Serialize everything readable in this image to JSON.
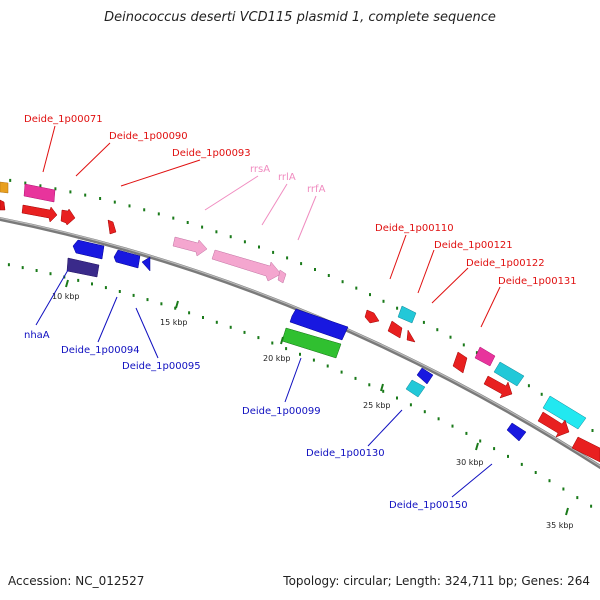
{
  "title": "Deinococcus deserti VCD115 plasmid 1, complete sequence",
  "footer": {
    "accession": "Accession: NC_012527",
    "summary": "Topology: circular; Length: 324,711 bp; Genes: 264"
  },
  "colors": {
    "backbone": "#808080",
    "tick": "#1a7a1a",
    "label_red": "#e01010",
    "label_pink": "#f08cc0",
    "label_blue": "#1010c0"
  },
  "ticks": [
    {
      "label": "10 kbp"
    },
    {
      "label": "15 kbp"
    },
    {
      "label": "20 kbp"
    },
    {
      "label": "25 kbp"
    },
    {
      "label": "30 kbp"
    },
    {
      "label": "35 kbp"
    }
  ],
  "gene_labels": [
    {
      "label": "Deide_1p00071",
      "color": "#e01010"
    },
    {
      "label": "Deide_1p00090",
      "color": "#e01010"
    },
    {
      "label": "Deide_1p00093",
      "color": "#e01010"
    },
    {
      "label": "rrsA",
      "color": "#f08cc0"
    },
    {
      "label": "rrlA",
      "color": "#f08cc0"
    },
    {
      "label": "rrfA",
      "color": "#f08cc0"
    },
    {
      "label": "Deide_1p00110",
      "color": "#e01010"
    },
    {
      "label": "Deide_1p00121",
      "color": "#e01010"
    },
    {
      "label": "Deide_1p00122",
      "color": "#e01010"
    },
    {
      "label": "Deide_1p00131",
      "color": "#e01010"
    },
    {
      "label": "nhaA",
      "color": "#1010c0"
    },
    {
      "label": "Deide_1p00094",
      "color": "#1010c0"
    },
    {
      "label": "Deide_1p00095",
      "color": "#1010c0"
    },
    {
      "label": "Deide_1p00099",
      "color": "#1010c0"
    },
    {
      "label": "Deide_1p00130",
      "color": "#1010c0"
    },
    {
      "label": "Deide_1p00150",
      "color": "#1010c0"
    }
  ]
}
